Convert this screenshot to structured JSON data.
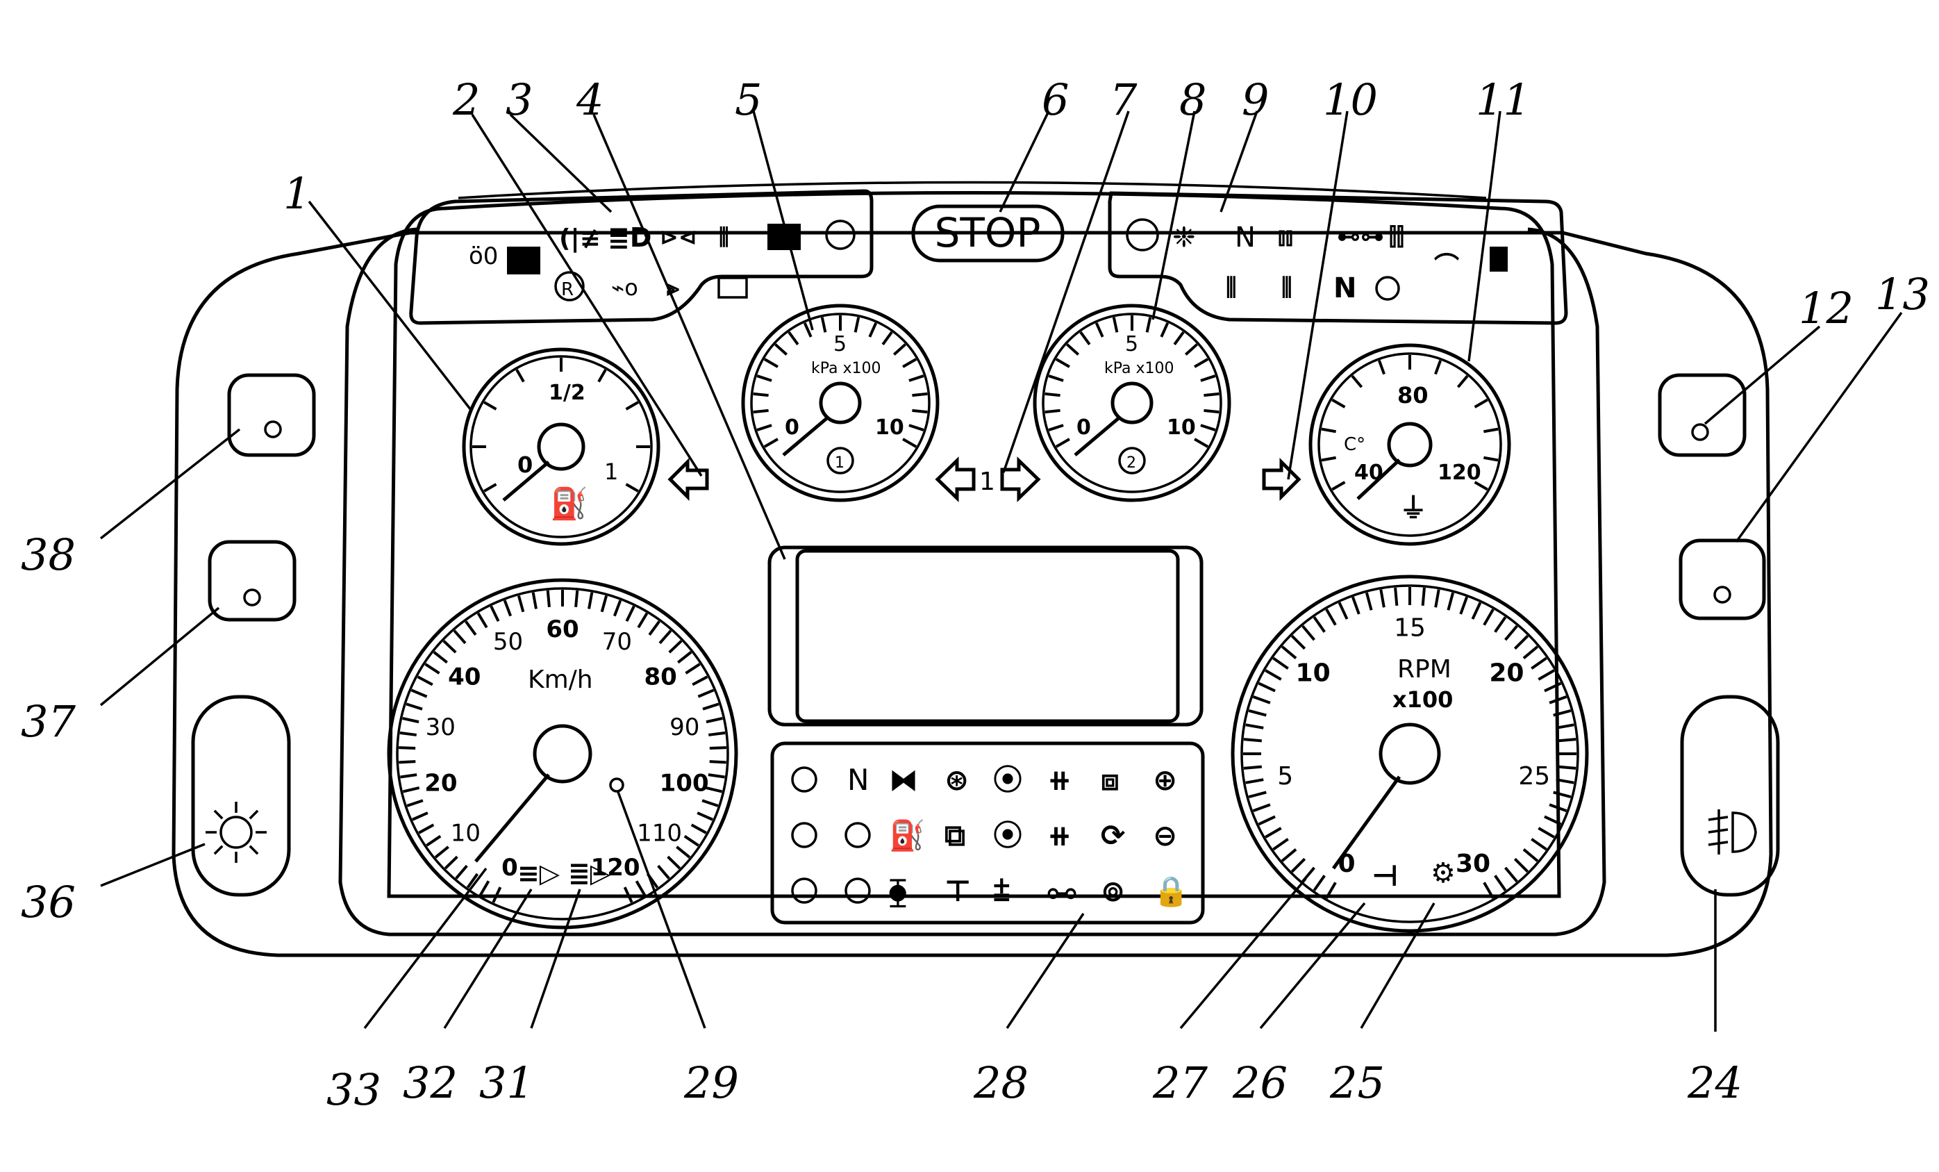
{
  "panel": {
    "stop_label": "STOP",
    "turn_indicator_label": "1",
    "display": ""
  },
  "gauges": {
    "fuel": {
      "labels": [
        "0",
        "1/2",
        "1"
      ],
      "icon": "fuel-pump-icon"
    },
    "air_pressure_1": {
      "scale": [
        "0",
        "5",
        "10"
      ],
      "unit": "kPa x100",
      "circuit": "1"
    },
    "air_pressure_2": {
      "scale": [
        "0",
        "5",
        "10"
      ],
      "unit": "kPa x100",
      "circuit": "2"
    },
    "coolant_temp": {
      "scale": [
        "40",
        "80",
        "120"
      ],
      "unit": "C°",
      "icon": "coolant-temp-icon"
    },
    "speedometer": {
      "unit": "Km/h",
      "scale": [
        "0",
        "10",
        "20",
        "30",
        "40",
        "50",
        "60",
        "70",
        "80",
        "90",
        "100",
        "110",
        "120"
      ]
    },
    "tachometer": {
      "unit": "RPM",
      "multiplier": "x100",
      "scale": [
        "0",
        "5",
        "10",
        "15",
        "20",
        "25",
        "30"
      ]
    }
  },
  "warning_grid": {
    "row1_letter": "N",
    "right_panel_letters": [
      "N",
      "N"
    ]
  },
  "callouts": [
    "1",
    "2",
    "3",
    "4",
    "5",
    "6",
    "7",
    "8",
    "9",
    "10",
    "11",
    "12",
    "13",
    "24",
    "25",
    "26",
    "27",
    "28",
    "29",
    "31",
    "32",
    "33",
    "36",
    "37",
    "38"
  ]
}
